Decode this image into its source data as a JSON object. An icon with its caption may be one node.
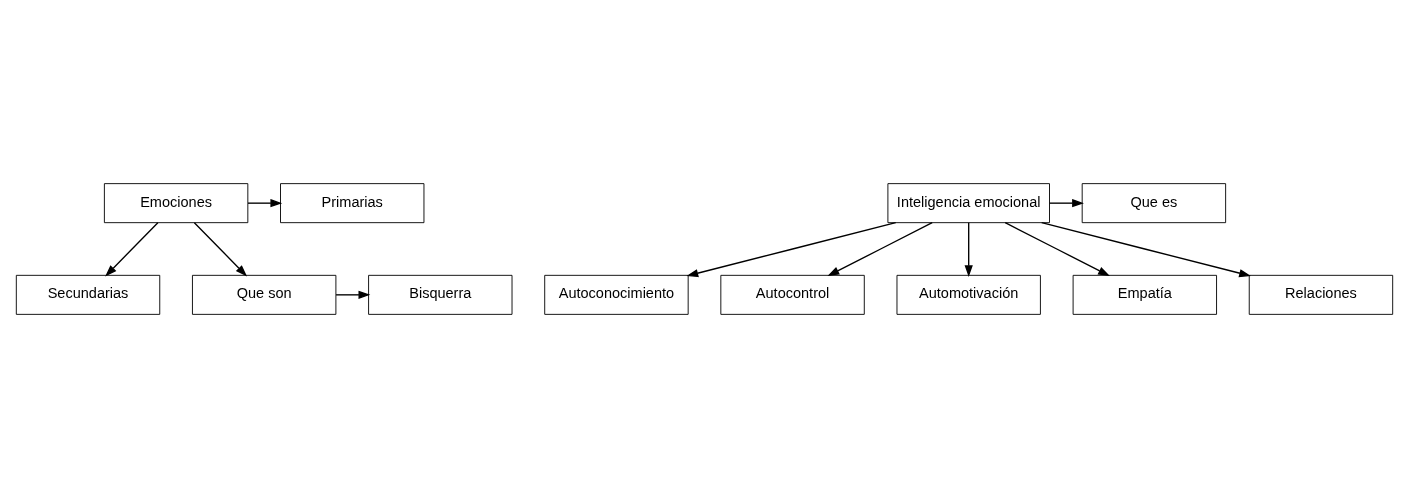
{
  "diagram": {
    "nodes": [
      {
        "text": [
          "Emociones"
        ]
      },
      {
        "text": [
          "Primarias"
        ]
      },
      {
        "text": [
          "Secundarias"
        ]
      },
      {
        "text": [
          "Que son"
        ]
      },
      {
        "text": [
          "Bisquerra"
        ]
      },
      {
        "text": [
          "Que es"
        ]
      },
      {
        "text": [
          "Inteligencia emocional"
        ]
      },
      {
        "text": [
          "Autoconocimiento"
        ]
      },
      {
        "text": [
          "Autocontrol"
        ]
      },
      {
        "text": [
          "Automotivación"
        ]
      },
      {
        "text": [
          "Empatía"
        ]
      },
      {
        "text": [
          "Relaciones"
        ]
      }
    ],
    "edges": [
      {
        "from": 0,
        "to": 1,
        "arrow": "to"
      },
      {
        "from": 0,
        "to": 2,
        "arrow": "to"
      },
      {
        "from": 0,
        "to": 3,
        "arrow": "to"
      },
      {
        "from": 3,
        "to": 4,
        "arrow": "to"
      },
      {
        "from": 6,
        "to": 5,
        "arrow": "to"
      },
      {
        "from": 6,
        "to": 7,
        "arrow": "to"
      },
      {
        "from": 6,
        "to": 8,
        "arrow": "to"
      },
      {
        "from": 6,
        "to": 9,
        "arrow": "to"
      },
      {
        "from": 6,
        "to": 10,
        "arrow": "to"
      },
      {
        "from": 6,
        "to": 11,
        "arrow": "to"
      }
    ]
  }
}
